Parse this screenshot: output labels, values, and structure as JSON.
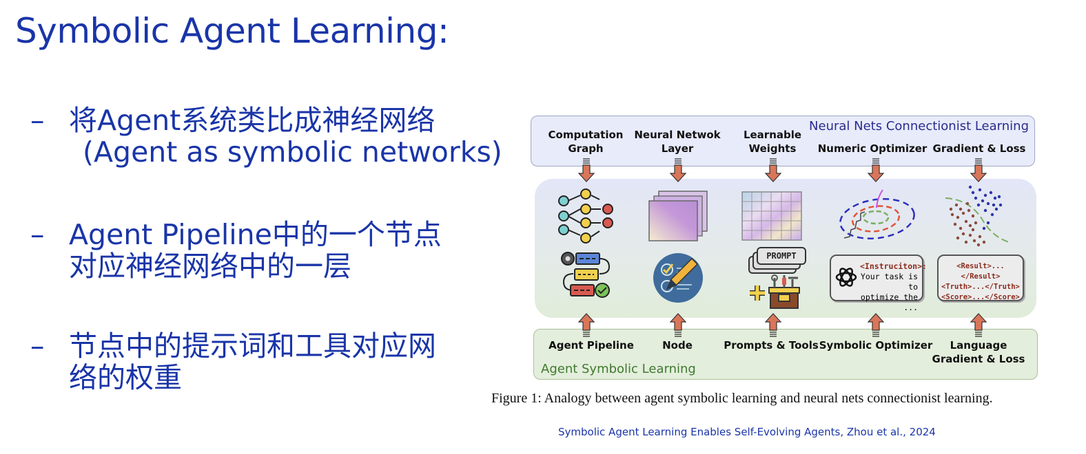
{
  "slide": {
    "title": "Symbolic Agent Learning:",
    "bullets": [
      {
        "dash": "–",
        "line1": "将Agent系统类比成神经网络",
        "line2": "(Agent as symbolic networks)"
      },
      {
        "dash": "–",
        "line1": "Agent Pipeline中的一个节点",
        "line2": "对应神经网络中的一层"
      },
      {
        "dash": "–",
        "line1": "节点中的提示词和工具对应网",
        "line2": "络的权重"
      }
    ]
  },
  "figure": {
    "top_section_title": "Neural Nets Connectionist Learning",
    "bottom_section_title": "Agent Symbolic Learning",
    "top_labels": [
      {
        "line1": "Computation",
        "line2": "Graph"
      },
      {
        "line1": "Neural Netwok",
        "line2": "Layer"
      },
      {
        "line1": "Learnable",
        "line2": "Weights"
      },
      {
        "line1": "Numeric Optimizer",
        "line2": ""
      },
      {
        "line1": "Gradient & Loss",
        "line2": ""
      }
    ],
    "bottom_labels": [
      {
        "line1": "Agent Pipeline",
        "line2": ""
      },
      {
        "line1": "Node",
        "line2": ""
      },
      {
        "line1": "Prompts & Tools",
        "line2": ""
      },
      {
        "line1": "Symbolic Optimizer",
        "line2": ""
      },
      {
        "line1": "Language",
        "line2": "Gradient & Loss"
      }
    ],
    "prompt_card_label": "PROMPT",
    "instruction_card": {
      "tag": "<Instruciton>:",
      "line2": "Your task is to",
      "line3": "optimize the ..."
    },
    "loss_card": {
      "line1": "<Result>...</Result>",
      "line2": "<Truth>...</Truth>",
      "line3": "<Score>...</Score>"
    },
    "caption": "Figure 1: Analogy between agent symbolic learning and neural nets connectionist learning."
  },
  "citation": "Symbolic Agent Learning Enables Self-Evolving Agents, Zhou et al., 2024",
  "colors": {
    "title_blue": "#1a35a8",
    "arrow_orange": "#d9765a",
    "top_box": "#e8ebfa",
    "bottom_box": "#e4eedc"
  }
}
